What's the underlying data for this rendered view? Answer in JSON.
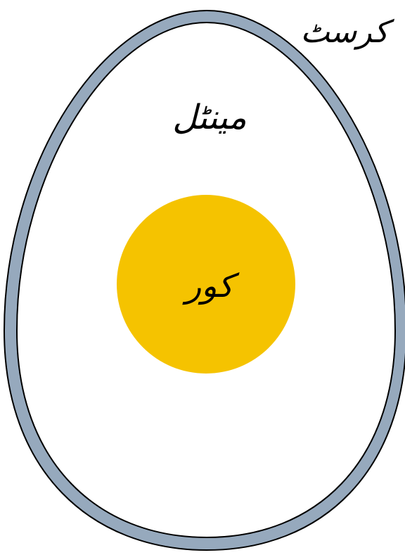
{
  "diagram": {
    "labels": {
      "crust": "کرسٹ",
      "mantle": "مینٹل",
      "core": "کور"
    },
    "colors": {
      "crust_fill": "#96a9bd",
      "crust_stroke": "#000000",
      "mantle_fill": "#ffffff",
      "core_fill": "#f5c300",
      "text": "#000000"
    }
  }
}
